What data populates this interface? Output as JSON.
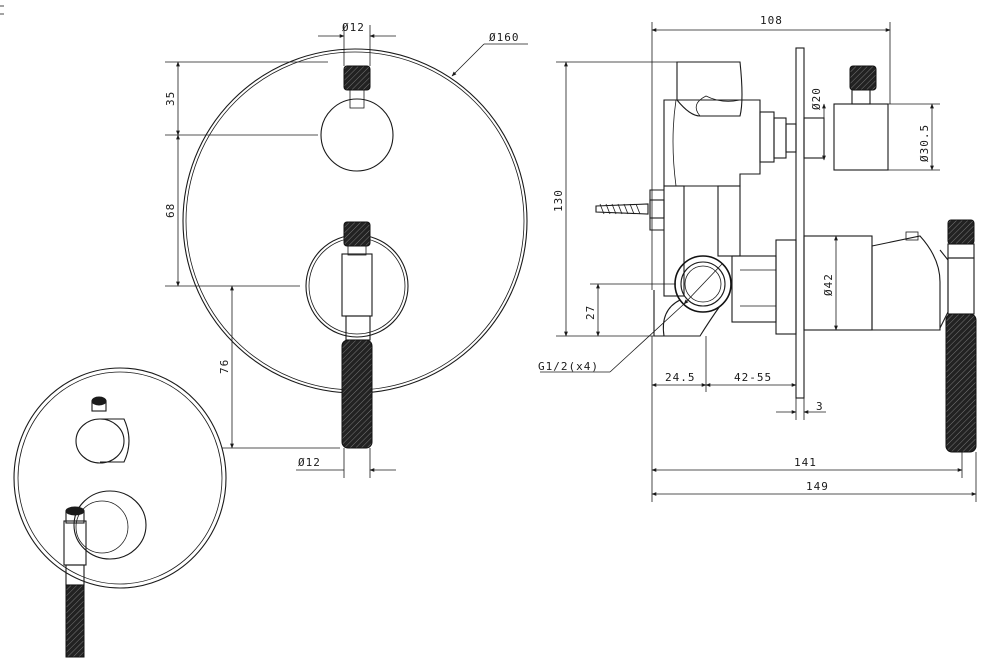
{
  "drawing": {
    "front_view": {
      "dims": {
        "handle_top_diameter": "Ø12",
        "plate_diameter": "Ø160",
        "top_offset": "35",
        "handle_spacing": "68",
        "lower_offset": "76",
        "handle_bottom_diameter": "Ø12"
      }
    },
    "side_view": {
      "dims": {
        "overall_depth_top": "108",
        "stem_diameter": "Ø20",
        "knob_diameter": "Ø30.5",
        "body_height": "130",
        "lever_boss_diameter": "Ø42",
        "inlet_height": "27",
        "thread_spec": "G1/2(x4)",
        "inlet_offset": "24.5",
        "wall_depth_range": "42-55",
        "plate_thickness": "3",
        "depth_to_lever": "141",
        "overall_depth": "149"
      }
    }
  }
}
